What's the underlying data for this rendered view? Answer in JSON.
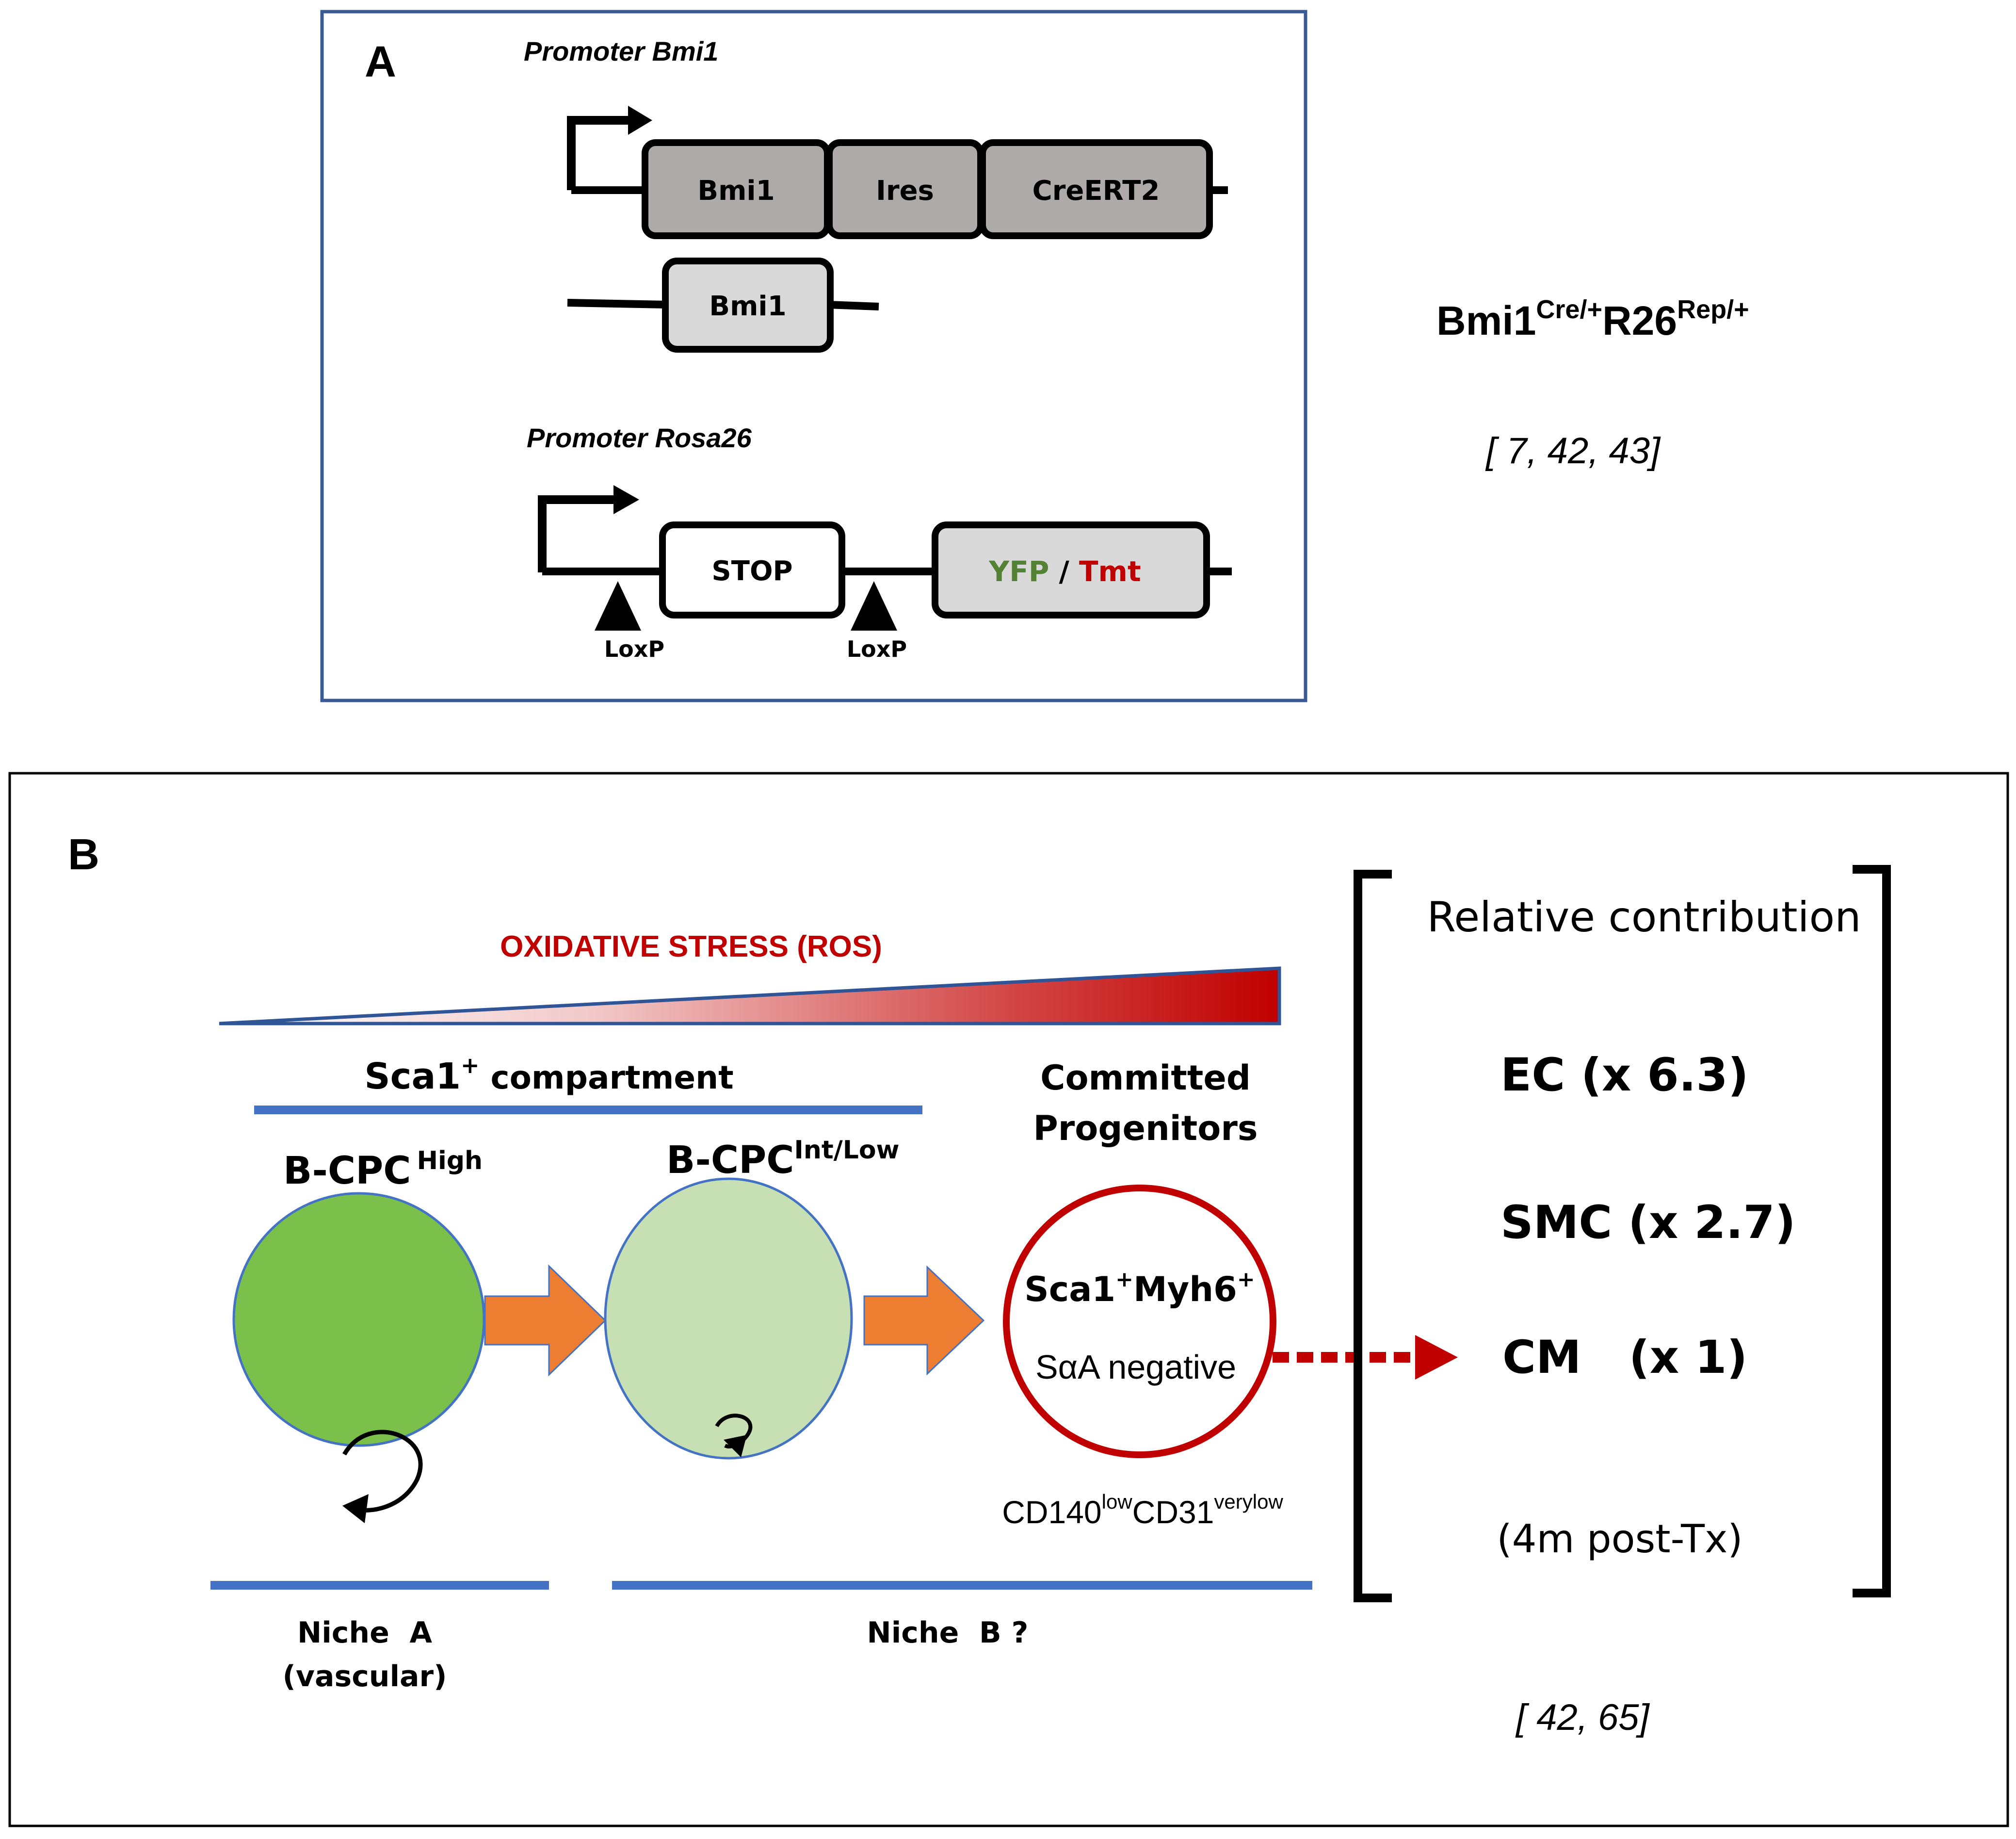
{
  "panel_a": {
    "label": "A",
    "promoter_bmi1": "Promoter Bmi1",
    "bmi1_box": "Bmi1",
    "ires_box": "Ires",
    "creert2_box": "CreERT2",
    "bmi1_allele_box": "Bmi1",
    "promoter_rosa26": "Promoter Rosa26",
    "stop_box": "STOP",
    "reporter_yfp": "YFP",
    "reporter_sep": " / ",
    "reporter_tmt": "Tmt",
    "loxp_left": "LoxP",
    "loxp_right": "LoxP"
  },
  "genotype": {
    "base1": "Bmi1",
    "sup1": "Cre/+",
    "base2": "R26",
    "sup2": "Rep/+",
    "refs": "[ 7, 42, 43]"
  },
  "panel_b": {
    "label": "B",
    "oxidative_stress": "OXIDATIVE STRESS (ROS)",
    "sca1_base": "Sca1",
    "sca1_sup": "+",
    "sca1_rest": " compartment",
    "bcpc_high_base": "B-CPC",
    "bcpc_high_sup": "High",
    "bcpc_int_base": "B-CPC",
    "bcpc_int_sup": "Int/Low",
    "committed_line1": "Committed",
    "committed_line2": "Progenitors",
    "sca1myh6_a": "Sca1",
    "sca1myh6_sup1": "+",
    "sca1myh6_b": "Myh6",
    "sca1myh6_sup2": "+",
    "saa_negative": "SαA negative",
    "cd_a": "CD140",
    "cd_sup1": "low",
    "cd_b": "CD31",
    "cd_sup2": "verylow",
    "niche_a_line1": "Niche  A",
    "niche_a_line2": "(vascular)",
    "niche_b": "Niche  B ?",
    "relative_contribution": "Relative contribution",
    "ec": "EC (x 6.3)",
    "smc": "SMC (x 2.7)",
    "cm": "CM   (x 1)",
    "post_tx": "(4m post-Tx)",
    "refs": "[ 42, 65]"
  },
  "colors": {
    "frame_a": "#3a5a95",
    "blue_line": "#4472c4",
    "triangle_edge": "#2f5597",
    "ros_red": "#c00000",
    "cell_high": "#7ac04a",
    "cell_int": "#c6e0b4",
    "cell_edge": "#4472c4",
    "arrow_orange": "#ed7d31",
    "gene_dark": "#aeaaaa",
    "gene_light": "#d9d9d9",
    "yfp_green": "#548235",
    "tmt_red": "#c00000"
  }
}
